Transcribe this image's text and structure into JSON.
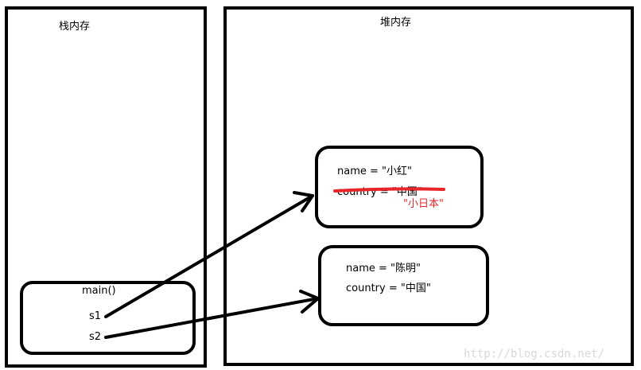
{
  "stack": {
    "title": "栈内存",
    "frame_label": "main()",
    "vars": [
      "s1",
      "s2"
    ]
  },
  "heap": {
    "title": "堆内存",
    "obj1": {
      "name_line": "name = \"小红\"",
      "country_line": "country = \"中国\"",
      "replacement": "\"小日本\""
    },
    "obj2": {
      "name_line": "name = \"陈明\"",
      "country_line": "country = \"中国\""
    }
  },
  "watermark": "http://blog.csdn.net/",
  "colors": {
    "line": "#000000",
    "strike": "#e8262a",
    "replacement_text": "#e8262a"
  }
}
